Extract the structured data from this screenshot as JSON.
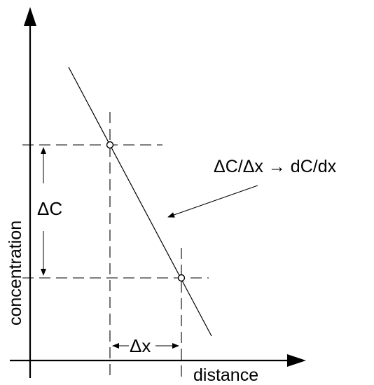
{
  "diagram": {
    "labels": {
      "delta_c": "ΔC",
      "delta_x": "Δx",
      "slope": "ΔC/Δx → dC/dx",
      "y_axis": "concentration",
      "x_axis": "distance"
    },
    "colors": {
      "ink": "#000000",
      "background": "#ffffff"
    }
  }
}
